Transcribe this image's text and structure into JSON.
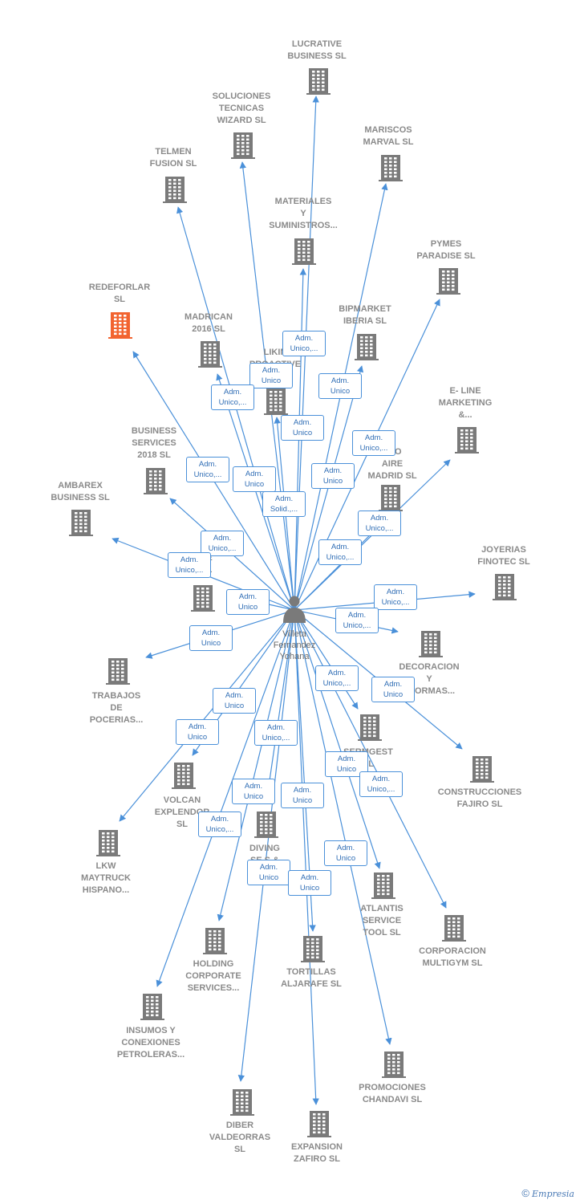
{
  "colors": {
    "edge": "#4a90d9",
    "building": "#7a7a7a",
    "building_highlight": "#f26430",
    "person": "#7a7a7a"
  },
  "person": {
    "name": "Villeta\nFernandez\nYohana",
    "icon": "person-icon"
  },
  "companies": [
    {
      "label": "LUCRATIVE\nBUSINESS SL",
      "icon": "building-icon"
    },
    {
      "label": "SOLUCIONES\nTECNICAS\nWIZARD SL",
      "icon": "building-icon"
    },
    {
      "label": "MARISCOS\nMARVAL SL",
      "icon": "building-icon"
    },
    {
      "label": "TELMEN\nFUSION SL",
      "icon": "building-icon"
    },
    {
      "label": "MATERIALES\nY\nSUMINISTROS...",
      "icon": "building-icon"
    },
    {
      "label": "PYMES\nPARADISE SL",
      "icon": "building-icon"
    },
    {
      "label": "REDEFORLAR\nSL",
      "icon": "building-icon",
      "highlight": true
    },
    {
      "label": "MADRICAN\n2016 SL",
      "icon": "building-icon"
    },
    {
      "label": "BIPMARKET\nIBERIA SL",
      "icon": "building-icon"
    },
    {
      "label": "LIKIN\nPROACTIVE",
      "icon": "building-icon"
    },
    {
      "label": "E- LINE\nMARKETING\n&...",
      "icon": "building-icon"
    },
    {
      "label": "BUSINESS\nSERVICES\n2018 SL",
      "icon": "building-icon"
    },
    {
      "label": "TRO\nAIRE\nMADRID SL",
      "icon": "building-icon"
    },
    {
      "label": "AMBAREX\nBUSINESS SL",
      "icon": "building-icon"
    },
    {
      "label": "JOYERIAS\nFINOTEC SL",
      "icon": "building-icon"
    },
    {
      "label": "E\nL",
      "icon": "building-icon"
    },
    {
      "label": "DECORACION\nY\nEFORMAS...",
      "icon": "building-icon"
    },
    {
      "label": "TRABAJOS\nDE\nPOCERIAS...",
      "icon": "building-icon"
    },
    {
      "label": "SERMGEST\nSL",
      "icon": "building-icon"
    },
    {
      "label": "CONSTRUCCIONES\nFAJIRO SL",
      "icon": "building-icon"
    },
    {
      "label": "VOLCAN\nEXPLENDOR\nSL",
      "icon": "building-icon"
    },
    {
      "label": "DIVING\nSE S &\nCO",
      "icon": "building-icon"
    },
    {
      "label": "LKW\nMAYTRUCK\nHISPANO...",
      "icon": "building-icon"
    },
    {
      "label": "ATLANTIS\nSERVICE\nTOOL SL",
      "icon": "building-icon"
    },
    {
      "label": "CORPORACION\nMULTIGYM SL",
      "icon": "building-icon"
    },
    {
      "label": "HOLDING\nCORPORATE\nSERVICES...",
      "icon": "building-icon"
    },
    {
      "label": "TORTILLAS\nALJARAFE SL",
      "icon": "building-icon"
    },
    {
      "label": "INSUMOS Y\nCONEXIONES\nPETROLERAS...",
      "icon": "building-icon"
    },
    {
      "label": "PROMOCIONES\nCHANDAVI SL",
      "icon": "building-icon"
    },
    {
      "label": "DIBER\nVALDEORRAS\nSL",
      "icon": "building-icon"
    },
    {
      "label": "EXPANSION\nZAFIRO SL",
      "icon": "building-icon"
    }
  ],
  "edge_labels": [
    "Adm.\nUnico,...",
    "Adm.\nUnico",
    "Adm.\nUnico,...",
    "Adm.\nUnico",
    "Adm.\nUnico,...",
    "Adm.\nUnico",
    "Adm.\nUnico,...",
    "Adm.\nUnico",
    "Adm.\nSolid.,...",
    "Adm.\nUnico",
    "Adm.\nUnico,...",
    "Adm.\nUnico,...",
    "Adm.\nUnico,...",
    "Adm.\nUnico,...",
    "Adm.\nUnico",
    "Adm.\nUnico,...",
    "Adm.\nUnico,...",
    "Adm.\nUnico",
    "Adm.\nUnico,...",
    "Adm.\nUnico",
    "Adm.\nUnico",
    "Adm.\nUnico",
    "Adm.\nUnico,...",
    "Adm.\nUnico",
    "Adm.\nUnico,...",
    "Adm.\nUnico",
    "Adm.\nUnico,...",
    "Adm.\nUnico",
    "Adm.\nUnico",
    "Adm.\nUnico",
    "Adm.\nUnico,...",
    "Adm.\nUnico"
  ],
  "footer": {
    "copyright": "©",
    "brand": "Empresia"
  }
}
